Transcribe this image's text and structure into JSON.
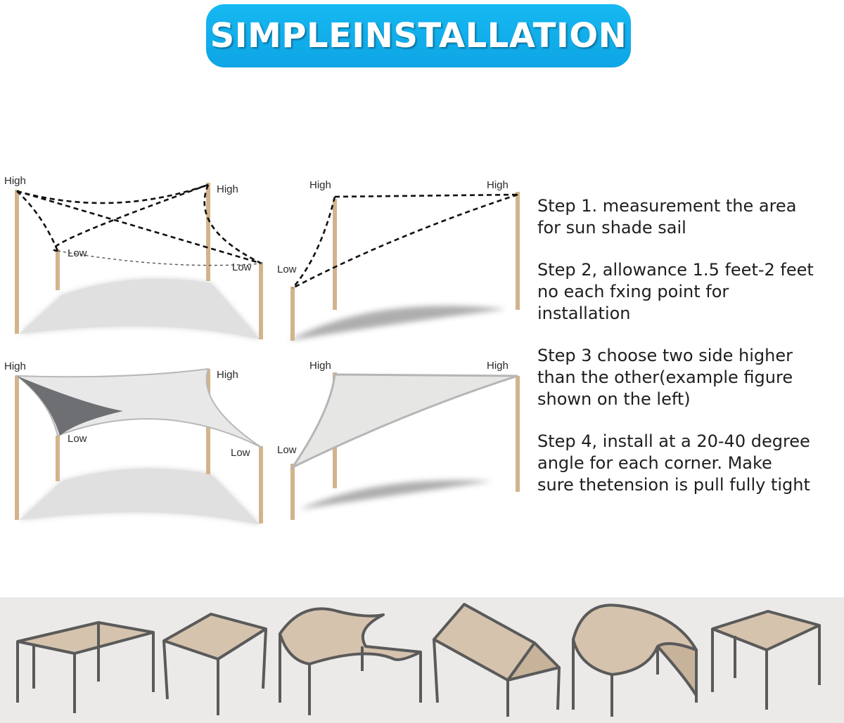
{
  "header": {
    "title": "SIMPLEINSTALLATION"
  },
  "labels": {
    "high": "High",
    "low": "Low"
  },
  "steps": [
    "Step 1. measurement the area\nfor sun shade sail",
    "Step 2, allowance 1.5 feet-2 feet\nno each fxing point for\ninstallation",
    "Step 3 choose two side higher\nthan the other(example figure\nshown on the left)",
    "Step 4, install at a 20-40 degree\nangle for each corner. Make\nsure thetension is pull fully tight"
  ],
  "colors": {
    "title_bg": "#14b0ee",
    "post": "#d2b48c",
    "sail": "#dcdcdc",
    "sail_dark": "#6e6f73",
    "structure_fill": "#d5c3ad",
    "structure_frame": "#5a5a5a",
    "band_bg": "#ebeae9"
  }
}
